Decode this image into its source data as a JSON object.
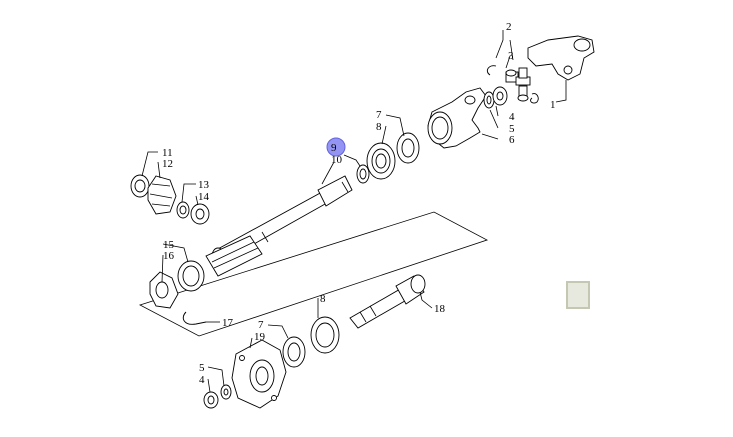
{
  "callouts": {
    "c1": "1",
    "c2": "2",
    "c3": "3",
    "c4a": "4",
    "c5a": "5",
    "c6": "6",
    "c7a": "7",
    "c8a": "8",
    "c9": "9",
    "c10": "10",
    "c11": "11",
    "c12": "12",
    "c13": "13",
    "c14": "14",
    "c15": "15",
    "c16": "16",
    "c17": "17",
    "c18": "18",
    "c8b": "8",
    "c7b": "7",
    "c19": "19",
    "c5b": "5",
    "c4b": "4"
  },
  "highlight": {
    "callout": "9",
    "color": "#8f8ff2"
  },
  "swatch": {
    "color": "#e7e9df",
    "border": "#c4c7b2"
  }
}
